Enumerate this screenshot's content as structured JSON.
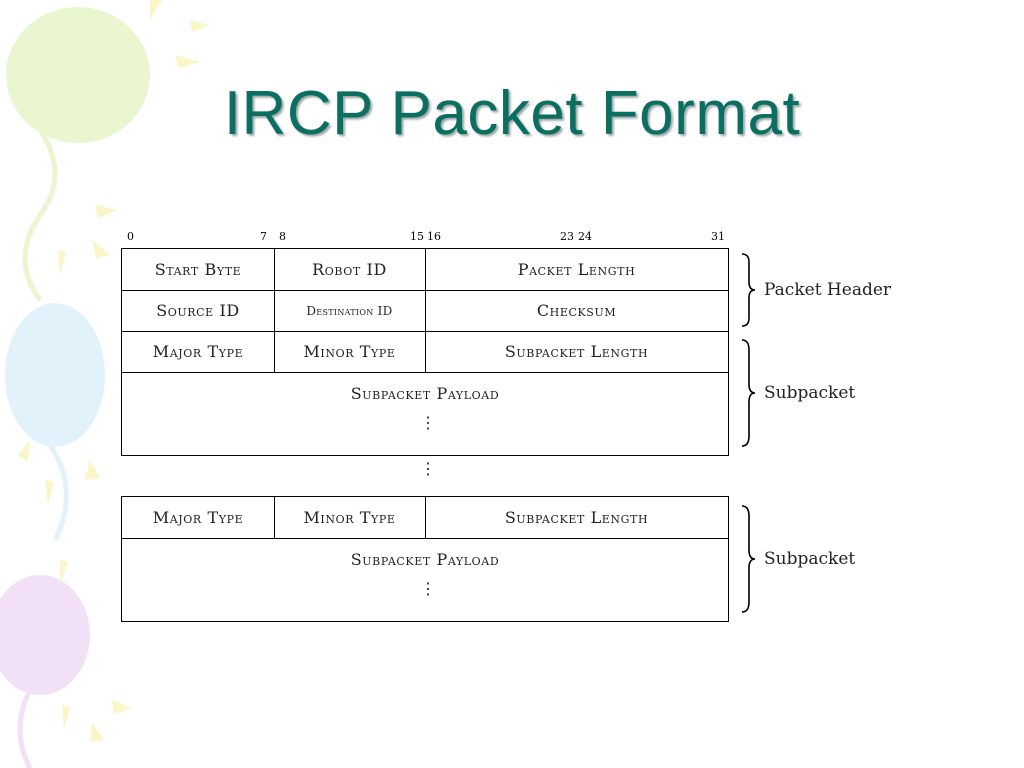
{
  "title": "IRCP Packet Format",
  "bit_labels": [
    "0",
    "7",
    "8",
    "15",
    "16",
    "23",
    "24",
    "31"
  ],
  "header": {
    "row1": [
      "Start Byte",
      "Robot ID",
      "Packet Length"
    ],
    "row2": [
      "Source ID",
      "Destination ID",
      "Checksum"
    ]
  },
  "subpacket_row": [
    "Major Type",
    "Minor Type",
    "Subpacket Length"
  ],
  "payload_label": "Subpacket Payload",
  "ellipsis": "⋮",
  "brace_labels": {
    "packet_header": "Packet Header",
    "subpacket1": "Subpacket",
    "subpacket2": "Subpacket"
  },
  "colors": {
    "title": "#0a6e60",
    "balloon_green": "#e6f5c9",
    "balloon_blue": "#dff1fa",
    "balloon_purple": "#f0dcf5",
    "star_yellow": "#fbf6c2"
  }
}
